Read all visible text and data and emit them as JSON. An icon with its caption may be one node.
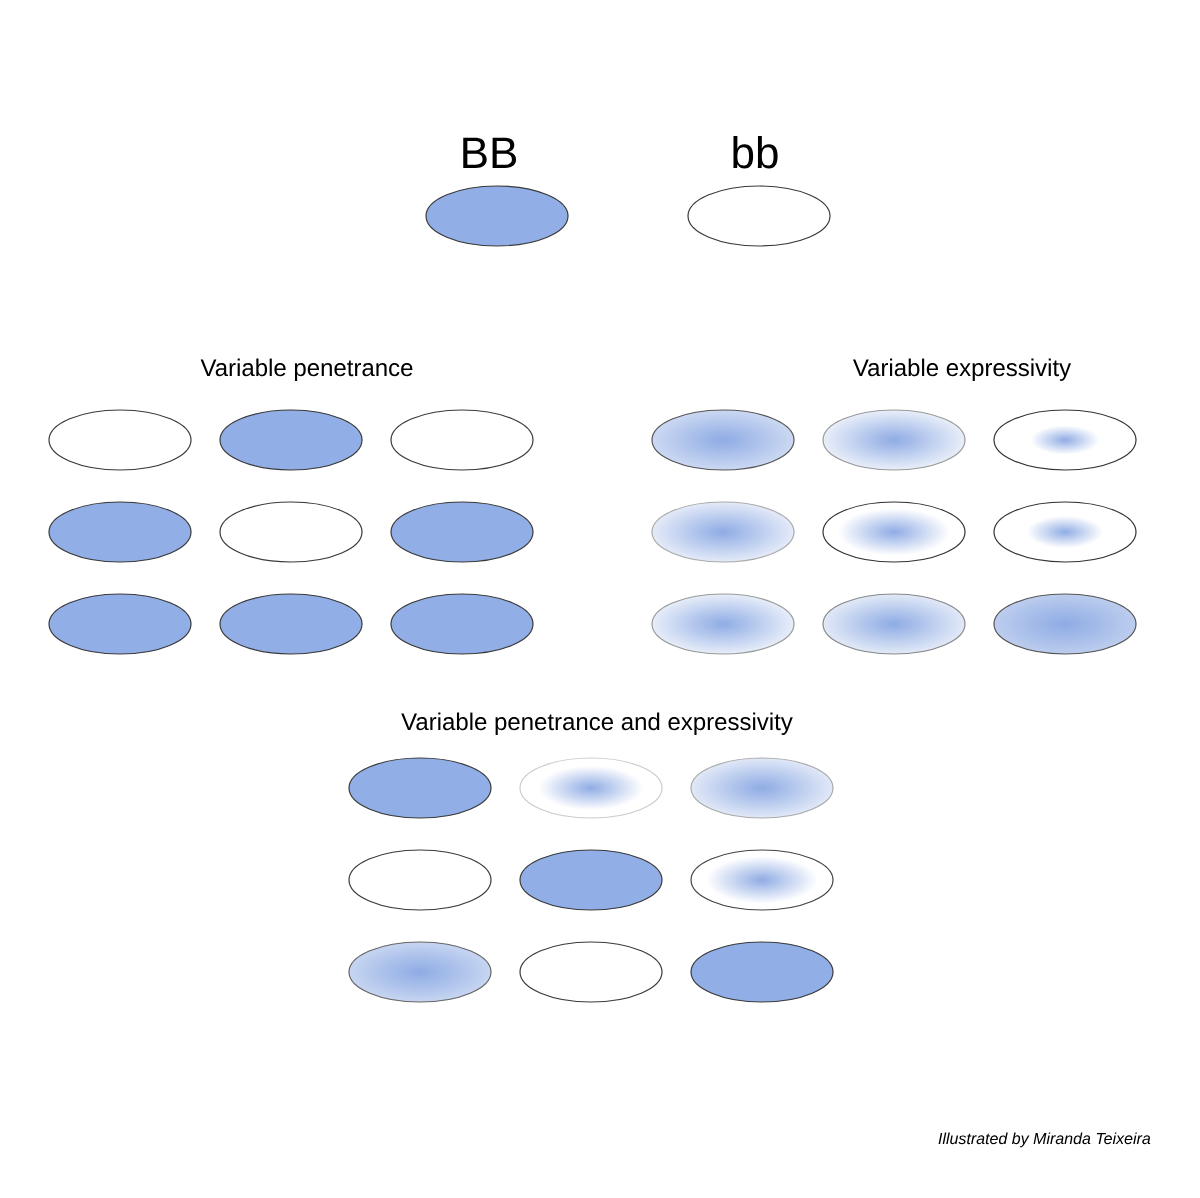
{
  "diagram": {
    "nodes": [
      {
        "text": [
          "BB"
        ]
      },
      {
        "text": [
          "bb"
        ]
      },
      {
        "text": [],
        "shape": "ellipse"
      },
      {
        "text": [],
        "shape": "ellipse"
      },
      {
        "text": [],
        "shape": "ellipse"
      },
      {
        "text": [],
        "shape": "ellipse"
      },
      {
        "text": [],
        "shape": "ellipse"
      },
      {
        "text": [],
        "shape": "ellipse"
      },
      {
        "text": [],
        "shape": "ellipse"
      },
      {
        "text": [],
        "shape": "ellipse"
      },
      {
        "text": [],
        "shape": "ellipse"
      },
      {
        "text": [],
        "shape": "ellipse"
      },
      {
        "text": [],
        "shape": "ellipse"
      },
      {
        "text": [],
        "shape": "ellipse"
      },
      {
        "text": [],
        "shape": "ellipse"
      },
      {
        "text": [],
        "shape": "ellipse"
      },
      {
        "text": [],
        "shape": "ellipse"
      },
      {
        "text": [],
        "shape": "ellipse"
      },
      {
        "text": [],
        "shape": "ellipse"
      },
      {
        "text": [],
        "shape": "ellipse"
      },
      {
        "text": [],
        "shape": "ellipse"
      },
      {
        "text": [],
        "shape": "ellipse"
      },
      {
        "text": [],
        "shape": "ellipse"
      },
      {
        "text": [],
        "shape": "ellipse"
      },
      {
        "text": [],
        "shape": "ellipse"
      },
      {
        "text": [],
        "shape": "ellipse"
      },
      {
        "text": [],
        "shape": "ellipse"
      },
      {
        "text": [],
        "shape": "ellipse"
      },
      {
        "text": [],
        "shape": "ellipse"
      }
    ],
    "labels": [
      "Variable penetrance",
      "Variable expressivity",
      "Variable penetrance and expressivity",
      "Illustrated by Miranda Teixeira"
    ]
  }
}
